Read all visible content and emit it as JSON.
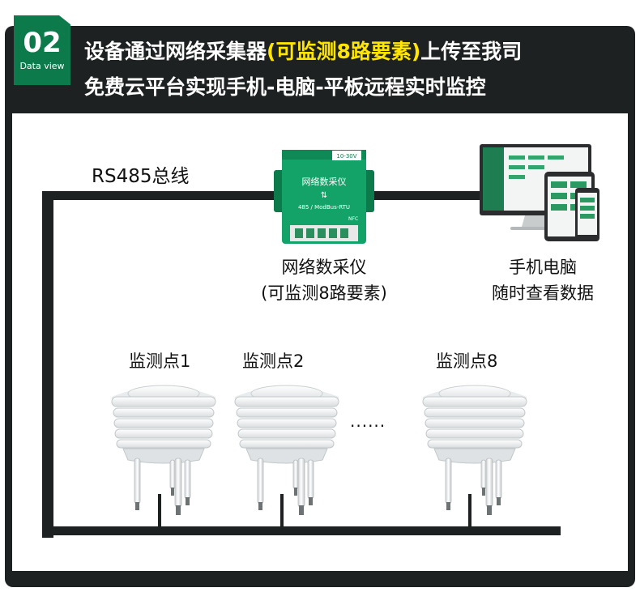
{
  "badge": {
    "number": "02",
    "subtitle": "Data view"
  },
  "header": {
    "line1_pre": "设备通过网络采集器",
    "line1_highlight": "(可监测8路要素)",
    "line1_post": "上传至我司",
    "line2": "免费云平台实现手机-电脑-平板远程实时监控"
  },
  "bus_label": "RS485总线",
  "collector": {
    "label_line1": "网络数采仪",
    "label_line2": "(可监测8路要素)",
    "device_title": "网络数采仪",
    "device_sub": "485 / ModBus-RTU",
    "voltage": "10-30V",
    "nfc": "NFC"
  },
  "client": {
    "label_line1": "手机电脑",
    "label_line2": "随时查看数据"
  },
  "points": [
    {
      "label": "监测点1"
    },
    {
      "label": "监测点2"
    },
    {
      "label": "监测点8"
    }
  ],
  "ellipsis": "......",
  "colors": {
    "frame": "#1e2121",
    "accent": "#0d7a4c",
    "highlight": "#ffe600"
  }
}
